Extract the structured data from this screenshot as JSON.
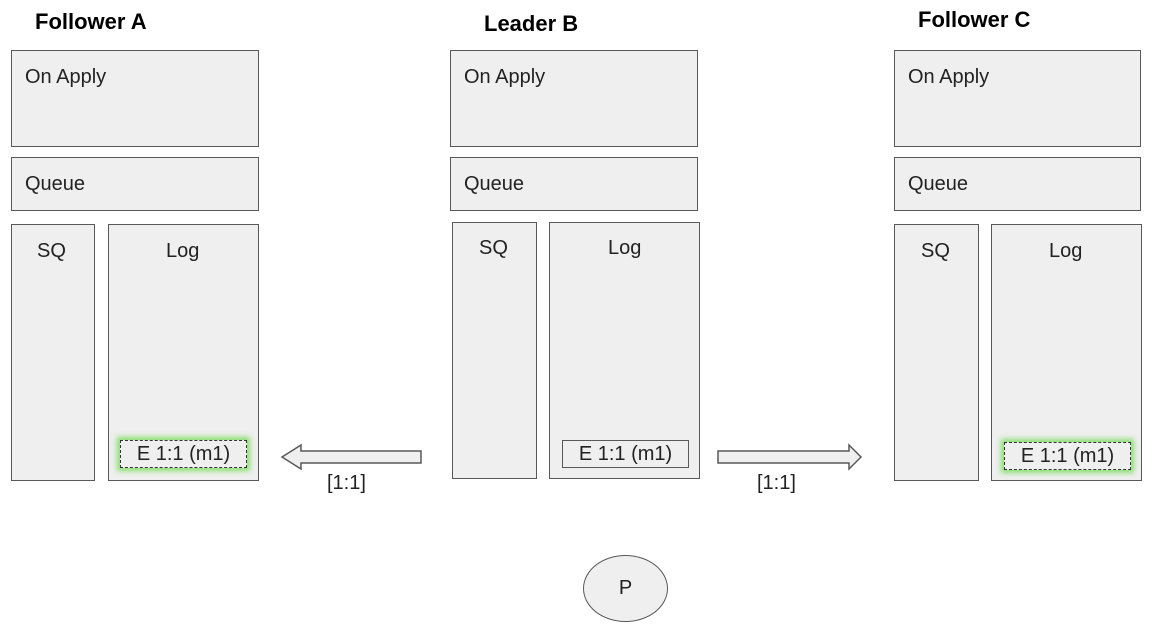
{
  "nodes": {
    "follower_a": {
      "title": "Follower A",
      "on_apply": "On Apply",
      "queue": "Queue",
      "sq": "SQ",
      "log": "Log",
      "entry": "E 1:1 (m1)"
    },
    "leader_b": {
      "title": "Leader B",
      "on_apply": "On Apply",
      "queue": "Queue",
      "sq": "SQ",
      "log": "Log",
      "entry": "E 1:1 (m1)"
    },
    "follower_c": {
      "title": "Follower C",
      "on_apply": "On Apply",
      "queue": "Queue",
      "sq": "SQ",
      "log": "Log",
      "entry": "E 1:1 (m1)"
    }
  },
  "messages": {
    "to_follower_a": "[1:1]",
    "to_follower_c": "[1:1]"
  },
  "proposer": "P",
  "colors": {
    "box_fill": "#efefef",
    "box_border": "#595959",
    "highlight_glow": "#78dc5a"
  }
}
